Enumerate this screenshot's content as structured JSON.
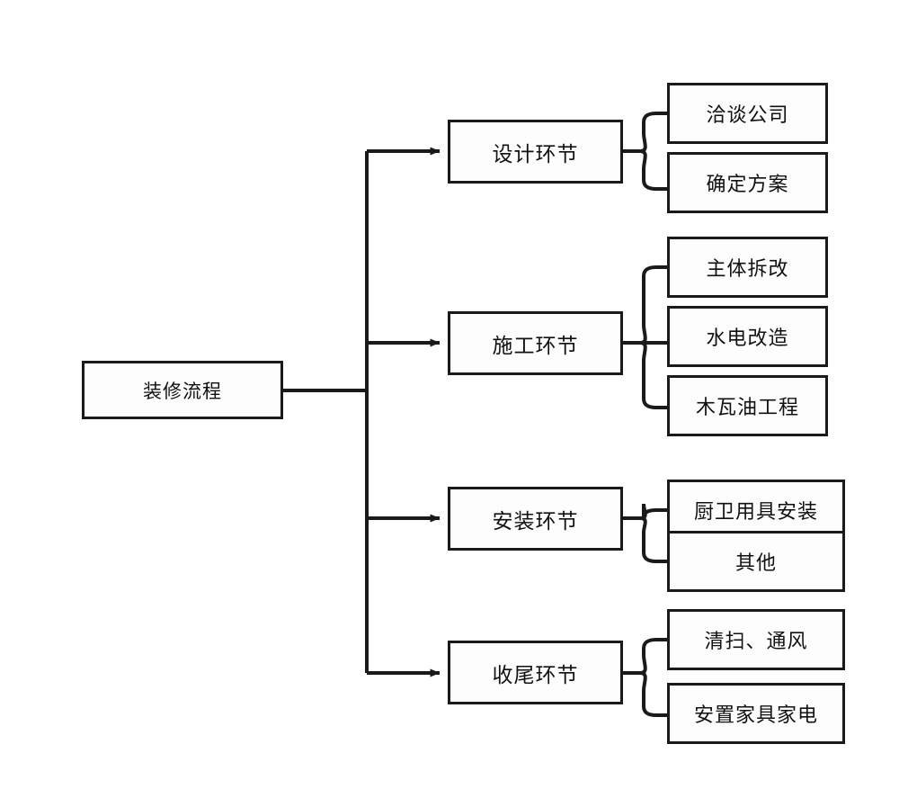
{
  "diagram": {
    "type": "tree-flowchart",
    "title": "装修流程",
    "background_color": "#ffffff",
    "line_color": "#1a1a1a",
    "box_fill_color": "#fdfdfd",
    "root": {
      "label": "装修流程"
    },
    "branches": [
      {
        "phase_label": "设计环节",
        "children": [
          {
            "label": "洽谈公司"
          },
          {
            "label": "确定方案"
          }
        ]
      },
      {
        "phase_label": "施工环节",
        "children": [
          {
            "label": "主体拆改"
          },
          {
            "label": "水电改造"
          },
          {
            "label": "木瓦油工程"
          }
        ]
      },
      {
        "phase_label": "安装环节",
        "children": [
          {
            "label": "厨卫用具安装"
          },
          {
            "label": "其他"
          }
        ]
      },
      {
        "phase_label": "收尾环节",
        "children": [
          {
            "label": "清扫、通风"
          },
          {
            "label": "安置家具家电"
          }
        ]
      }
    ]
  }
}
